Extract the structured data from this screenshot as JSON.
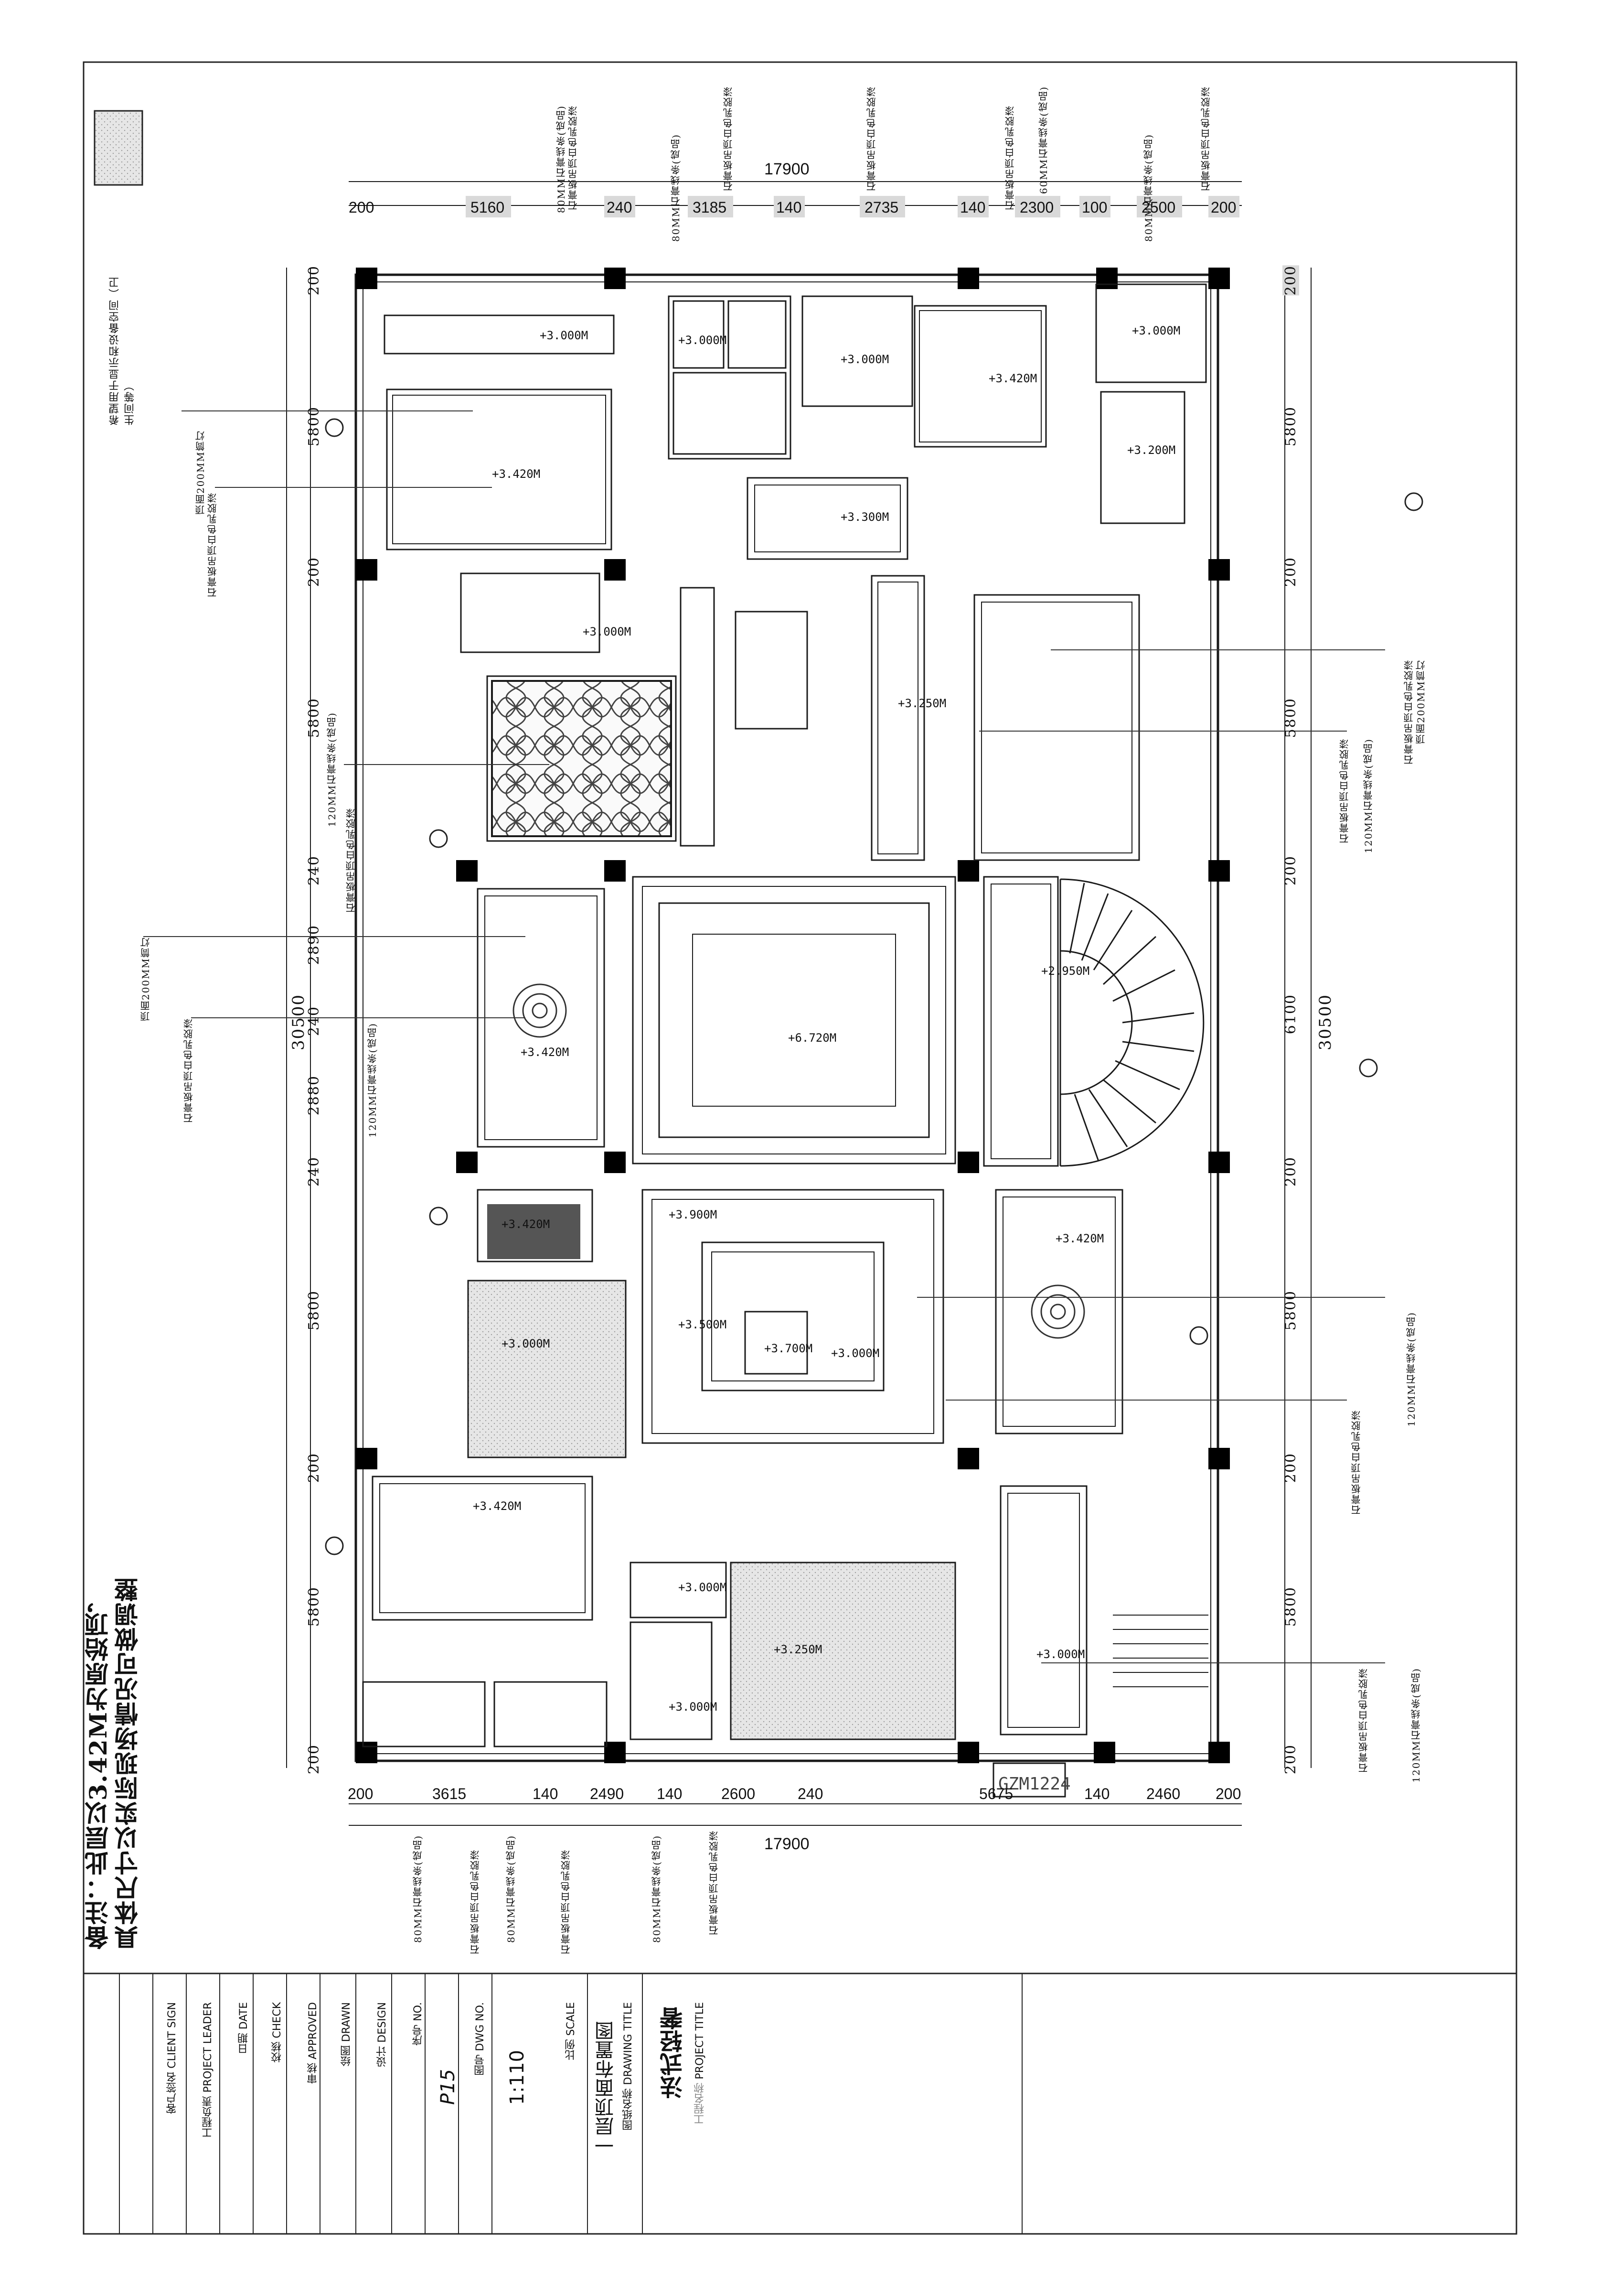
{
  "colors": {
    "line": "#1a1a1a",
    "column": "#000000",
    "dim_box": "#d9d9d9",
    "hatch": "#cfcfcf",
    "dark_room": "#555555"
  },
  "legend": {
    "swatch_note": "希望用于显示和设备空间（卫生间等）"
  },
  "note": {
    "line1": "备注：此层以3.42M为原始顶，",
    "line2": "具体尺寸以实际现场情况可做调整"
  },
  "dims": {
    "top_total": "17900",
    "top_segments": [
      "200",
      "5160",
      "240",
      "3185",
      "140",
      "2735",
      "140",
      "2300",
      "100",
      "2500",
      "200"
    ],
    "bottom_total": "17900",
    "bottom_segments": [
      "200",
      "3615",
      "140",
      "2490",
      "140",
      "2600",
      "240",
      "5675",
      "140",
      "2460",
      "200"
    ],
    "left_segments": [
      "200",
      "5800",
      "200",
      "5800",
      "240",
      "2890",
      "240",
      "2880",
      "240",
      "5800",
      "200",
      "5800",
      "200"
    ],
    "left_total": "30500",
    "right_segments": [
      "200",
      "5800",
      "200",
      "5800",
      "200",
      "6100",
      "200",
      "5800",
      "200",
      "5800",
      "200"
    ],
    "right_total": "30500"
  },
  "levels": {
    "l1": "+3.000M",
    "l2": "+3.000M",
    "l3": "+3.420M",
    "l4": "+3.000M",
    "l5": "+3.420M",
    "l6": "+3.000M",
    "l7": "+3.200M",
    "l8": "+3.300M",
    "l9": "+3.250M",
    "l10": "+3.000M",
    "l11": "+3.420M",
    "l12": "+6.720M",
    "l13": "+2.950M",
    "l14": "+3.900M",
    "l15": "+3.500M",
    "l16": "+3.700M",
    "l17": "+3.000M",
    "l18": "+3.420M",
    "l19": "+3.420M",
    "l20": "+3.000M",
    "l21": "+3.000M",
    "l22": "+3.250M",
    "l23": "+3.000M",
    "l24": "+3.000M",
    "l25": "+3.420M"
  },
  "door_label": "GZM1224",
  "callouts_top": [
    "石膏板吊顶白色乳胶漆",
    "80MM石膏线条(成品)",
    "石膏板吊顶白色乳胶漆",
    "80MM石膏线条(成品)",
    "石膏板吊顶白色乳胶漆",
    "60MM石膏线条(成品)",
    "石膏板吊顶白色乳胶漆",
    "80MM石膏线条(成品)",
    "石膏板吊顶白色乳胶漆"
  ],
  "callouts_left": [
    "顶面200MM筒灯",
    "石膏板吊顶白色乳胶漆",
    "120MM石膏线条(成品)",
    "石膏板吊顶白色乳胶漆",
    "顶面200MM筒灯",
    "石膏板吊顶白色乳胶漆",
    "120MM石膏线条(成品)"
  ],
  "callouts_right": [
    "顶面200MM筒灯",
    "石膏板吊顶白色乳胶漆",
    "120MM石膏线条(成品)",
    "石膏板吊顶白色乳胶漆",
    "120MM石膏线条(成品)",
    "石膏板吊顶白色乳胶漆",
    "120MM石膏线条(成品)",
    "石膏板吊顶白色乳胶漆"
  ],
  "callouts_bottom": [
    "80MM石膏线条(成品)",
    "石膏板吊顶白色乳胶漆",
    "80MM石膏线条(成品)",
    "石膏板吊顶白色乳胶漆",
    "80MM石膏线条(成品)",
    "石膏板吊顶白色乳胶漆"
  ],
  "title_block": {
    "project_label_cn": "工程名称",
    "project_label_en": "PROJECT TITLE",
    "project_name": "法式轻奢",
    "drawing_label_cn": "图纸名称",
    "drawing_label_en": "DRAWING TITLE",
    "drawing_name": "一层顶面布置图",
    "scale_label_cn": "比例",
    "scale_label_en": "SCALE",
    "scale_value": "1:110",
    "dwg_label_cn": "图号",
    "dwg_label_en": "DWG NO.",
    "dwg_value": "P15",
    "no_label_cn": "序号",
    "no_label_en": "NO.",
    "design_label_cn": "设计",
    "design_label_en": "DESIGN",
    "drawn_label_cn": "绘图",
    "drawn_label_en": "DRAWN",
    "approved_label_cn": "审核",
    "approved_label_en": "APPROVED",
    "check_label_cn": "校核",
    "check_label_en": "CHECK",
    "date_label_cn": "日期",
    "date_label_en": "DATE",
    "leader_label_cn": "工程负责",
    "leader_label_en": "PROJECT LEADER",
    "client_label_cn": "客户签名",
    "client_label_en": "CLIENT SIGN"
  }
}
